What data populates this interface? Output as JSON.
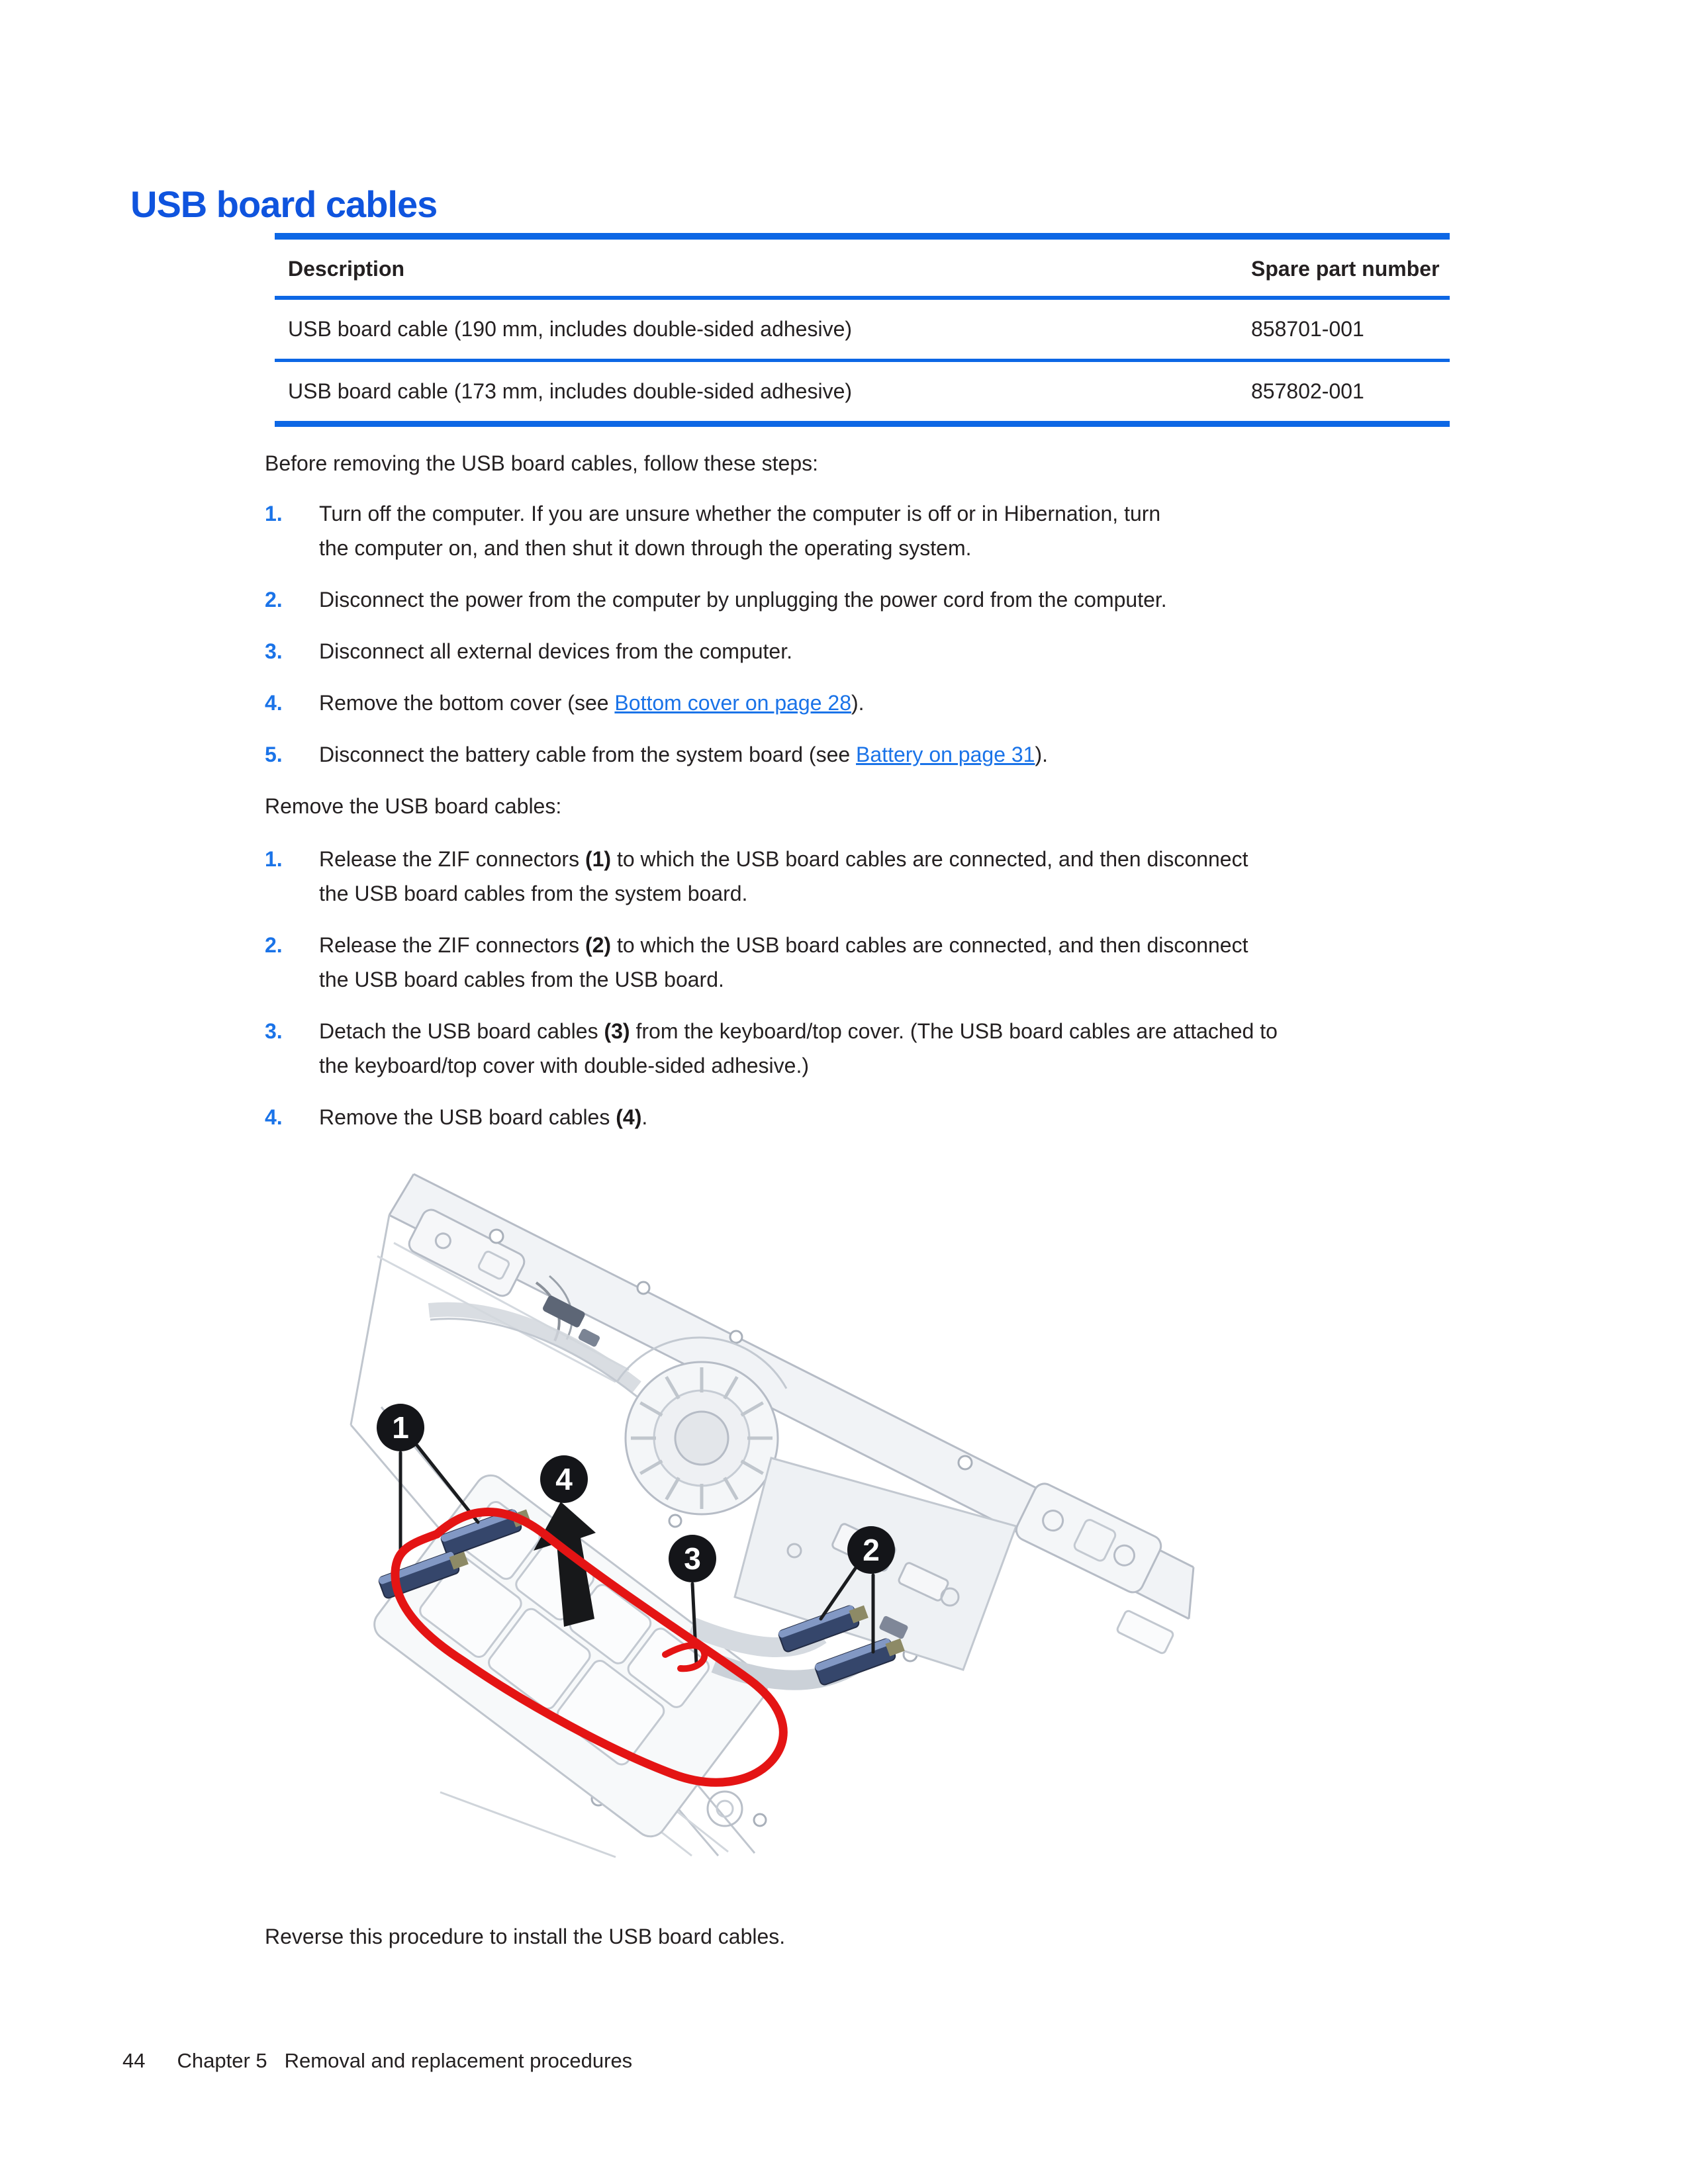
{
  "colors": {
    "title_blue": "#0f54de",
    "table_rule_blue": "#0d67e5",
    "link_blue": "#1a73e8",
    "annotation_red": "#e41414",
    "body_text": "#242021"
  },
  "header": {
    "title": "USB board cables"
  },
  "parts_table": {
    "columns": [
      "Description",
      "Spare part number"
    ],
    "rows": [
      {
        "description": "USB board cable (190 mm, includes double-sided adhesive)",
        "spare_part_number": "858701-001"
      },
      {
        "description": "USB board cable (173 mm, includes double-sided adhesive)",
        "spare_part_number": "857802-001"
      }
    ]
  },
  "prep": {
    "lead": "Before removing the USB board cables, follow these steps:",
    "steps": [
      {
        "num": "1.",
        "segments": [
          {
            "t": "Turn off the computer. If you are unsure whether the computer is off or in Hibernation, turn"
          },
          {
            "br": true
          },
          {
            "t": "the computer on, and then shut it down through the operating system."
          }
        ]
      },
      {
        "num": "2.",
        "segments": [
          {
            "t": "Disconnect the power from the computer by unplugging the power cord from the computer."
          }
        ]
      },
      {
        "num": "3.",
        "segments": [
          {
            "t": "Disconnect all external devices from the computer."
          }
        ]
      },
      {
        "num": "4.",
        "segments": [
          {
            "t": "Remove the bottom cover (see "
          },
          {
            "t": "Bottom cover on page 28",
            "link": true
          },
          {
            "t": ")."
          }
        ]
      },
      {
        "num": "5.",
        "segments": [
          {
            "t": "Disconnect the battery cable from the system board (see "
          },
          {
            "t": "Battery on page 31",
            "link": true
          },
          {
            "t": ")."
          }
        ]
      }
    ]
  },
  "removal": {
    "lead": "Remove the USB board cables:",
    "steps": [
      {
        "num": "1.",
        "segments": [
          {
            "t": "Release the ZIF connectors "
          },
          {
            "t": "(1)",
            "b": true
          },
          {
            "t": " to which the USB board cables are connected, and then disconnect"
          },
          {
            "br": true
          },
          {
            "t": "the USB board cables from the system board."
          }
        ]
      },
      {
        "num": "2.",
        "segments": [
          {
            "t": "Release the ZIF connectors "
          },
          {
            "t": "(2)",
            "b": true
          },
          {
            "t": " to which the USB board cables are connected, and then disconnect"
          },
          {
            "br": true
          },
          {
            "t": "the USB board cables from the USB board."
          }
        ]
      },
      {
        "num": "3.",
        "segments": [
          {
            "t": "Detach the USB board cables "
          },
          {
            "t": "(3)",
            "b": true
          },
          {
            "t": " from the keyboard/top cover. (The USB board cables are attached to"
          },
          {
            "br": true
          },
          {
            "t": "the keyboard/top cover with double-sided adhesive.)"
          }
        ]
      },
      {
        "num": "4.",
        "segments": [
          {
            "t": "Remove the USB board cables "
          },
          {
            "t": "(4)",
            "b": true
          },
          {
            "t": "."
          }
        ]
      }
    ]
  },
  "figure": {
    "callouts": [
      "1",
      "2",
      "3",
      "4"
    ]
  },
  "closing": "Reverse this procedure to install the USB board cables.",
  "footer": {
    "page_number": "44",
    "chapter": "Chapter 5",
    "section": "Removal and replacement procedures"
  }
}
